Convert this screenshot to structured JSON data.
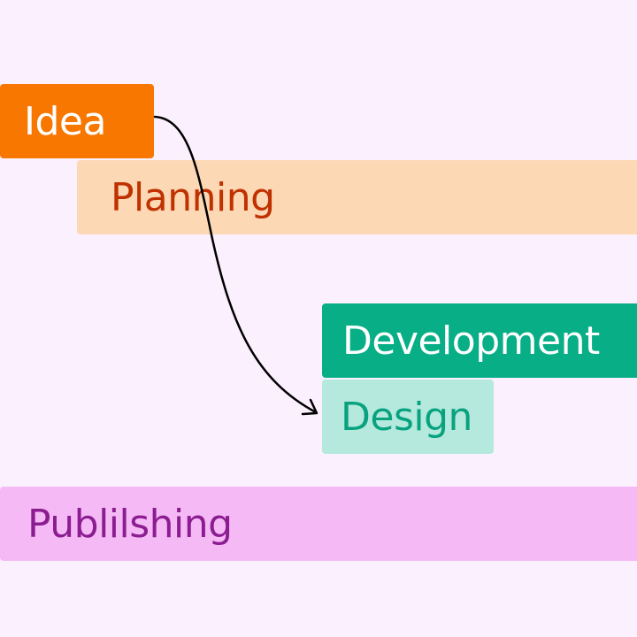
{
  "diagram": {
    "type": "process-flow",
    "background_color": "#fbf0fe",
    "stages": [
      {
        "id": "idea",
        "label": "Idea",
        "fill": "#f77700",
        "text_color": "#ffffff"
      },
      {
        "id": "planning",
        "label": "Planning",
        "fill": "#fdd8b5",
        "text_color": "#c03100"
      },
      {
        "id": "development",
        "label": "Development",
        "fill": "#07ae86",
        "text_color": "#ffffff"
      },
      {
        "id": "design",
        "label": "Design",
        "fill": "#b5e9de",
        "text_color": "#08a37e"
      },
      {
        "id": "publishing",
        "label": "Publilshing",
        "fill": "#f5baf5",
        "text_color": "#8b1d91"
      }
    ],
    "connectors": [
      {
        "from": "Idea",
        "to": "Design",
        "style": "curved-arrow",
        "color": "#000000"
      }
    ]
  }
}
